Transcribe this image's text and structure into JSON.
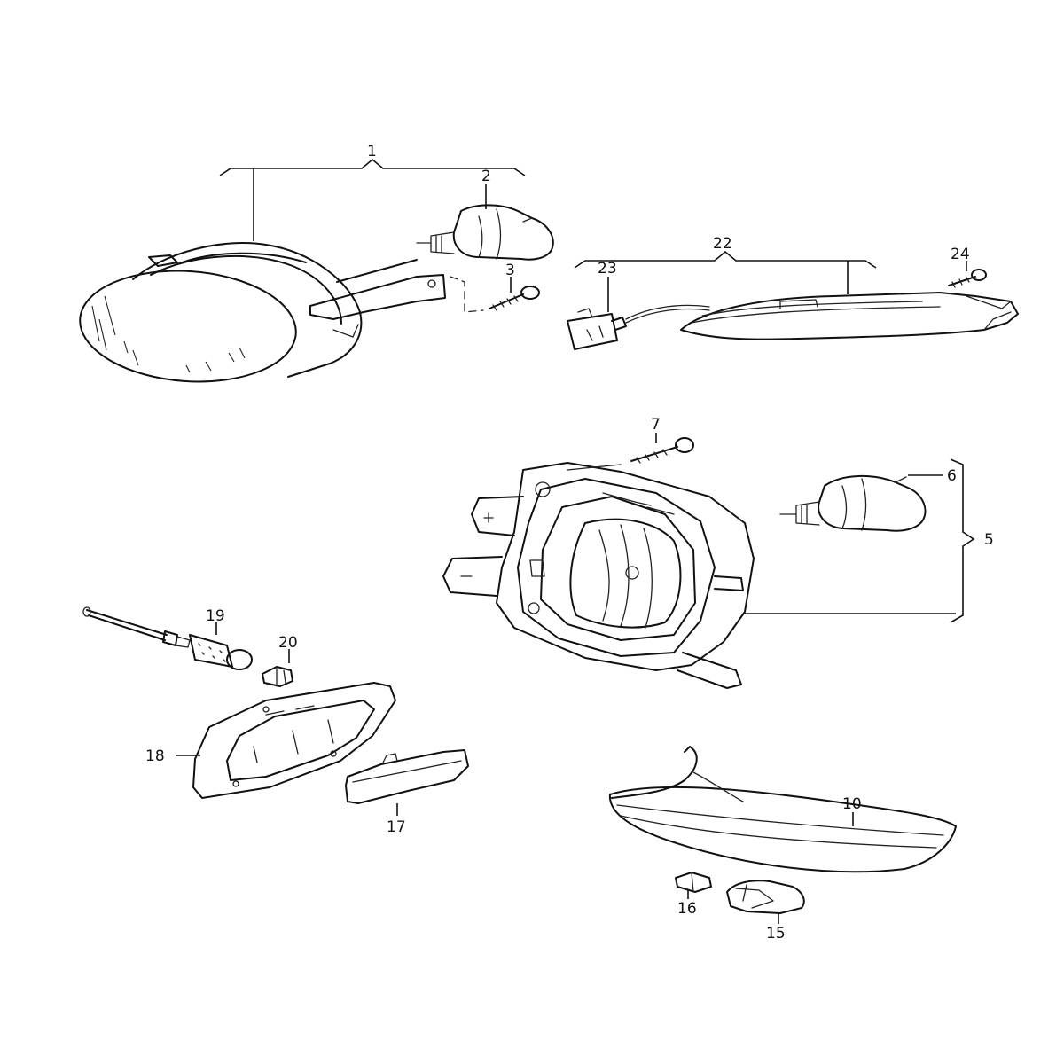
{
  "callouts": {
    "c1": "1",
    "c2": "2",
    "c3": "3",
    "c5": "5",
    "c6": "6",
    "c7": "7",
    "c10": "10",
    "c15": "15",
    "c16": "16",
    "c17": "17",
    "c18": "18",
    "c19": "19",
    "c20": "20",
    "c22": "22",
    "c23": "23",
    "c24": "24"
  }
}
